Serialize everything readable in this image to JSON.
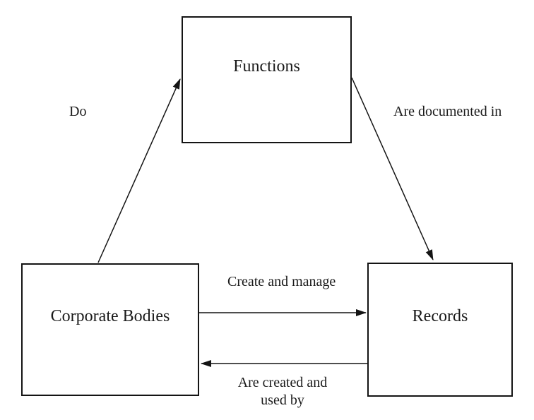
{
  "diagram": {
    "background_color": "#ffffff",
    "line_color": "#141414",
    "text_color": "#1a1a1a",
    "nodes": [
      {
        "id": "functions",
        "label": "Functions"
      },
      {
        "id": "corporate-bodies",
        "label": "Corporate Bodies"
      },
      {
        "id": "records",
        "label": "Records"
      }
    ],
    "edges": [
      {
        "id": "do",
        "from": "corporate-bodies",
        "to": "functions",
        "label": "Do"
      },
      {
        "id": "are-documented-in",
        "from": "functions",
        "to": "records",
        "label": "Are documented in"
      },
      {
        "id": "create-and-manage",
        "from": "corporate-bodies",
        "to": "records",
        "label": "Create and manage"
      },
      {
        "id": "are-created-and-used-by",
        "from": "records",
        "to": "corporate-bodies",
        "label": "Are created and\nused by"
      }
    ]
  }
}
